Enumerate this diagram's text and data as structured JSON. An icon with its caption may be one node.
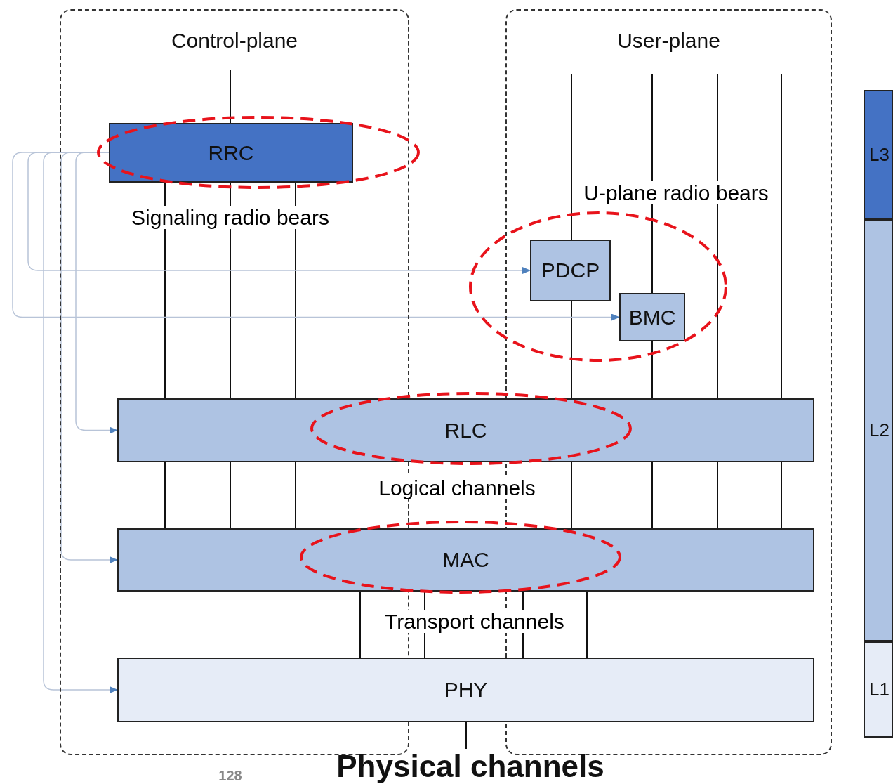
{
  "diagram": {
    "nodes": [
      {
        "text": [
          "Control-plane"
        ]
      },
      {
        "text": [
          "User-plane"
        ]
      },
      {
        "text": [
          "RRC"
        ],
        "in": 0
      },
      {
        "text": [
          "PDCP"
        ],
        "in": 1
      },
      {
        "text": [
          "BMC"
        ],
        "in": 1
      },
      {
        "text": [
          "RLC"
        ]
      },
      {
        "text": [
          "MAC"
        ]
      },
      {
        "text": [
          "PHY"
        ]
      },
      {
        "text": [
          "L3"
        ]
      },
      {
        "text": [
          "L2"
        ]
      },
      {
        "text": [
          "L1"
        ]
      },
      {
        "text": [
          "Physical channels"
        ]
      }
    ],
    "edges": [
      {
        "from": null,
        "to": 2,
        "arrow": "none"
      },
      {
        "from": 2,
        "to": 5,
        "arrow": "none"
      },
      {
        "from": 2,
        "to": 5,
        "arrow": "none"
      },
      {
        "from": 2,
        "to": 5,
        "arrow": "none"
      },
      {
        "from": null,
        "to": 3,
        "arrow": "none"
      },
      {
        "from": 3,
        "to": 5,
        "arrow": "none"
      },
      {
        "from": null,
        "to": 4,
        "arrow": "none"
      },
      {
        "from": 4,
        "to": 5,
        "arrow": "none"
      },
      {
        "from": null,
        "to": 5,
        "arrow": "none"
      },
      {
        "from": null,
        "to": 5,
        "arrow": "none"
      },
      {
        "from": 5,
        "to": 6,
        "arrow": "none"
      },
      {
        "from": 5,
        "to": 6,
        "arrow": "none"
      },
      {
        "from": 5,
        "to": 6,
        "arrow": "none"
      },
      {
        "from": 5,
        "to": 6,
        "arrow": "none"
      },
      {
        "from": 5,
        "to": 6,
        "arrow": "none"
      },
      {
        "from": 5,
        "to": 6,
        "arrow": "none"
      },
      {
        "from": 5,
        "to": 6,
        "arrow": "none"
      },
      {
        "from": 6,
        "to": 7,
        "arrow": "none"
      },
      {
        "from": 6,
        "to": 7,
        "arrow": "none"
      },
      {
        "from": 6,
        "to": 7,
        "arrow": "none"
      },
      {
        "from": 6,
        "to": 7,
        "arrow": "none"
      },
      {
        "from": 7,
        "to": 11,
        "arrow": "none"
      },
      {
        "from": 2,
        "to": 3,
        "arrow": "to",
        "color": "#b8c4d8"
      },
      {
        "from": 2,
        "to": 4,
        "arrow": "to",
        "color": "#b8c4d8"
      },
      {
        "from": 2,
        "to": 5,
        "arrow": "to",
        "color": "#b8c4d8"
      },
      {
        "from": 2,
        "to": 6,
        "arrow": "to",
        "color": "#b8c4d8"
      },
      {
        "from": 2,
        "to": 7,
        "arrow": "to",
        "color": "#b8c4d8"
      }
    ],
    "labels": [
      "U-plane radio bears",
      "Signaling radio bears",
      "Logical channels",
      "Transport channels",
      "128"
    ]
  }
}
